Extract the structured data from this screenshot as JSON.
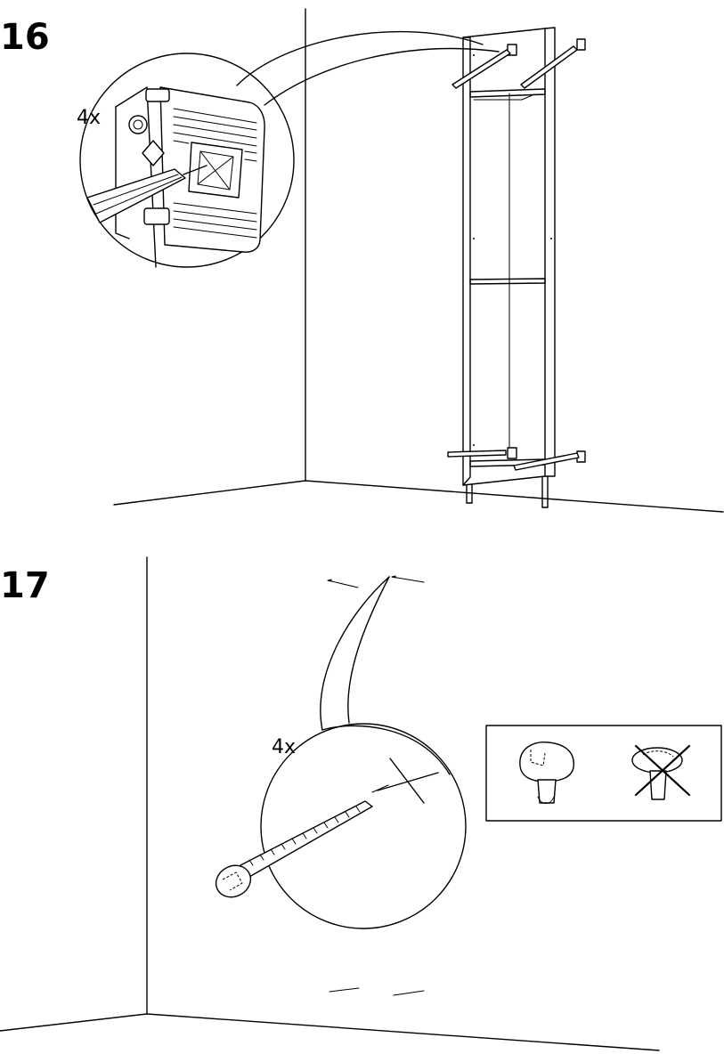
{
  "steps": [
    {
      "number": "16",
      "quantity": "4x"
    },
    {
      "number": "17",
      "quantity": "4x"
    }
  ]
}
